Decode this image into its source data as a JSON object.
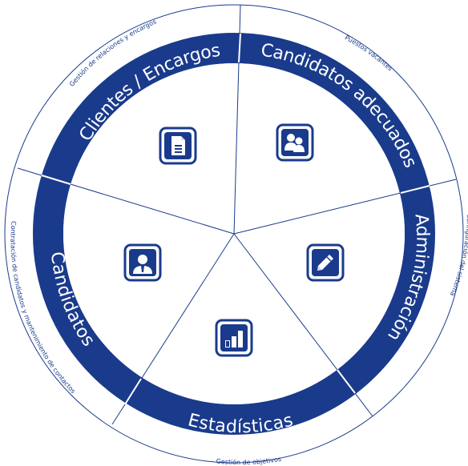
{
  "colors": {
    "brand": "#1a3b8c",
    "line": "#1a3b8c",
    "background": "#ffffff",
    "icon_border": "#1a3b8c"
  },
  "segments": [
    {
      "id": "clientes",
      "title": "Clientes / Encargos",
      "subtitle": "Gestión de relaciones y encargos",
      "icon": "document-icon"
    },
    {
      "id": "candidatos-adecuados",
      "title": "Candidatos adecuados",
      "subtitle": "Puestos vacantes",
      "icon": "group-icon"
    },
    {
      "id": "administracion",
      "title": "Administración",
      "subtitle": "Configuración del sistema",
      "icon": "pencil-icon"
    },
    {
      "id": "estadisticas",
      "title": "Estadísticas",
      "subtitle": "Gestión de objetivos",
      "icon": "bar-chart-icon"
    },
    {
      "id": "candidatos",
      "title": "Candidatos",
      "subtitle": "Contratación de candidatos y mantenimiento de contactos",
      "icon": "person-icon"
    }
  ]
}
